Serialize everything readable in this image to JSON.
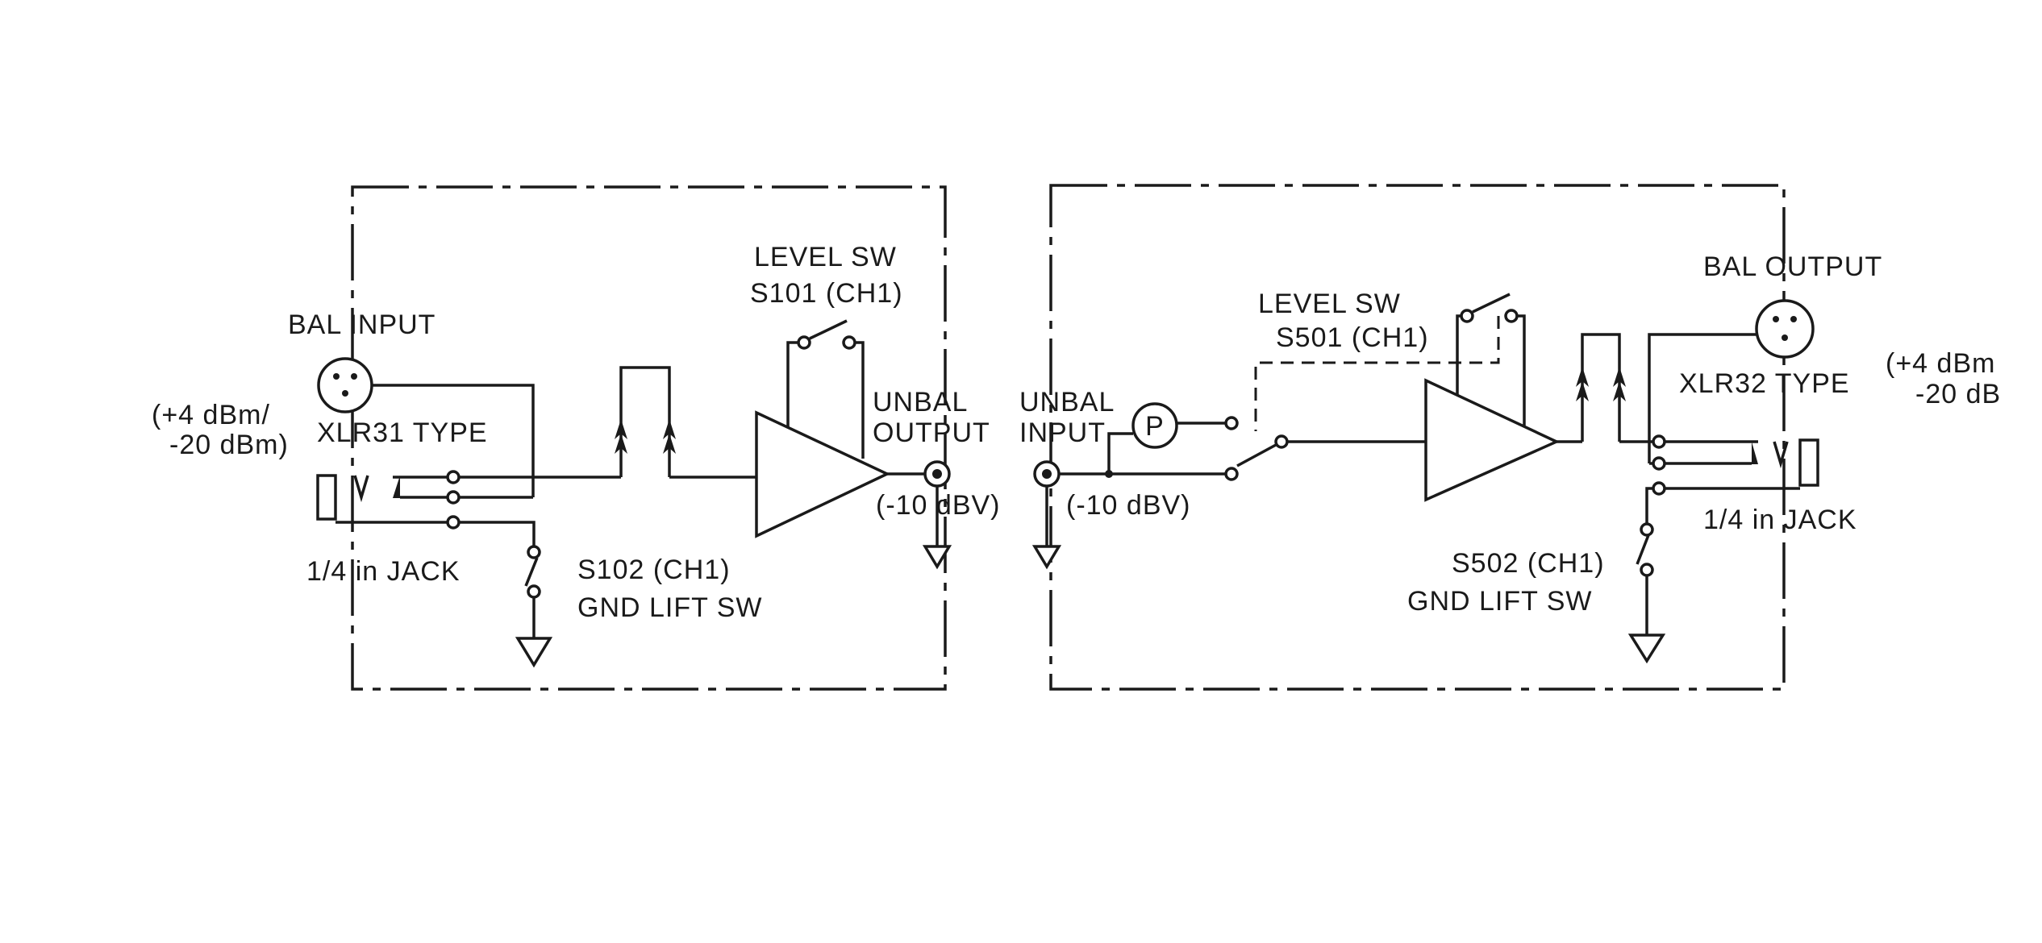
{
  "diagram": {
    "left_unit": {
      "bal_input_label": "BAL INPUT",
      "connector_label": "XLR31 TYPE",
      "level_line1": "(+4 dBm/",
      "level_line2": "-20 dBm)",
      "jack_label": "1/4 in JACK",
      "level_sw_line1": "LEVEL SW",
      "level_sw_line2": "S101 (CH1)",
      "gnd_sw_line1": "S102 (CH1)",
      "gnd_sw_line2": "GND LIFT SW",
      "output_line1": "UNBAL",
      "output_line2": "OUTPUT",
      "output_level": "(-10 dBV)"
    },
    "right_unit": {
      "input_line1": "UNBAL",
      "input_line2": "INPUT",
      "input_level": "(-10 dBV)",
      "phantom_symbol": "P",
      "level_sw_line1": "LEVEL SW",
      "level_sw_line2": "S501 (CH1)",
      "bal_output_label": "BAL OUTPUT",
      "connector_label": "XLR32 TYPE",
      "level_line1": "(+4 dBm",
      "level_line2": "-20 dB",
      "jack_label": "1/4 in JACK",
      "gnd_sw_line1": "S502 (CH1)",
      "gnd_sw_line2": "GND LIFT SW"
    }
  }
}
